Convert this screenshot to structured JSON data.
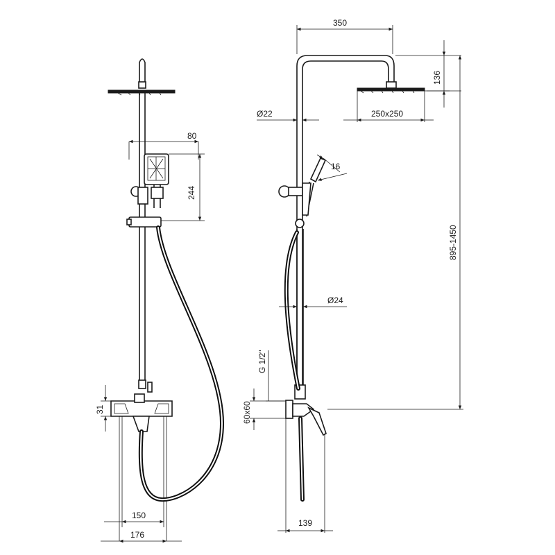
{
  "dimensions": {
    "overhead_arm_length": "350",
    "head_height": "136",
    "rail_diameter": "Ø22",
    "head_size": "250x250",
    "hand_shower_width": "80",
    "hand_shower_angle": "16",
    "hand_shower_height": "244",
    "total_height": "895-1450",
    "lower_pipe_diameter": "Ø24",
    "thread": "G 1/2\"",
    "escutcheon": "60x60",
    "mixer_height": "31",
    "inner_spacing": "150",
    "outer_spacing": "176",
    "wall_projection": "139"
  }
}
